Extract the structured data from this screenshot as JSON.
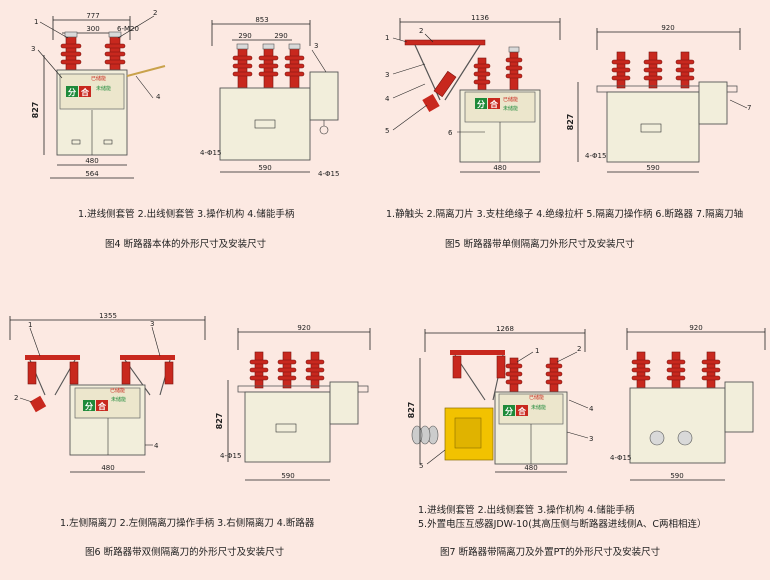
{
  "figures": [
    {
      "id": "fig4",
      "legend": "1.进线侧套管 2.出线侧套管 3.操作机构 4.储能手柄",
      "caption": "图4 断路器本体的外形尺寸及安装尺寸",
      "dims": {
        "top": "777",
        "top_a": "300",
        "top_b": "6-M20",
        "height": "827",
        "bottom_a": "480",
        "bottom_b": "564",
        "side_top": "853",
        "side_a": "290",
        "side_b": "290",
        "side_bottom": "590",
        "holes": "4-Φ15",
        "holes2": "4-Φ15"
      },
      "callouts": [
        "1",
        "2",
        "3",
        "4",
        "3"
      ],
      "panel_text": {
        "open": "分",
        "close": "合",
        "charged": "已储能",
        "uncharged": "未储能"
      }
    },
    {
      "id": "fig5",
      "legend": "1.静触头 2.隔离刀片 3.支柱绝缘子 4.绝缘拉杆 5.隔离刀操作柄 6.断路器 7.隔离刀轴",
      "caption": "图5 断路器带单侧隔离刀外形尺寸及安装尺寸",
      "dims": {
        "top": "1136",
        "side_top": "920",
        "height": "827",
        "bottom": "480",
        "side_bottom": "590",
        "holes": "4-Φ15"
      },
      "callouts": [
        "1",
        "2",
        "3",
        "4",
        "5",
        "6",
        "7"
      ],
      "panel_text": {
        "open": "分",
        "close": "合",
        "charged": "已储能",
        "uncharged": "未储能"
      }
    },
    {
      "id": "fig6",
      "legend": "1.左侧隔离刀 2.左侧隔离刀操作手柄 3.右侧隔离刀 4.断路器",
      "caption": "图6 断路器带双侧隔离刀的外形尺寸及安装尺寸",
      "dims": {
        "top": "1355",
        "side_top": "920",
        "height": "827",
        "bottom": "480",
        "side_bottom": "590",
        "holes": "4-Φ15"
      },
      "callouts": [
        "1",
        "2",
        "3",
        "4"
      ],
      "panel_text": {
        "open": "分",
        "close": "合",
        "charged": "已储能",
        "uncharged": "未储能"
      }
    },
    {
      "id": "fig7",
      "legend": "1.进线侧套管 2.出线侧套管 3.操作机构 4.储能手柄",
      "legend2": "5.外置电压互感器JDW-10(其高压侧与断路器进线侧A、C两相相连）",
      "caption": "图7 断路器带隔离刀及外置PT的外形尺寸及安装尺寸",
      "dims": {
        "top": "1268",
        "side_top": "920",
        "height": "827",
        "bottom": "480",
        "side_bottom": "590",
        "holes": "4-Φ15"
      },
      "callouts": [
        "1",
        "2",
        "3",
        "4",
        "5"
      ],
      "panel_text": {
        "open": "分",
        "close": "合",
        "charged": "已储能",
        "uncharged": "未储能"
      }
    }
  ],
  "colors": {
    "background": "#fce9e2",
    "insulator": "#c8281e",
    "body": "#f2eedb",
    "open_button": "#1e8a3a",
    "close_button": "#c8281e",
    "cabinet_yellow": "#f2c200"
  }
}
